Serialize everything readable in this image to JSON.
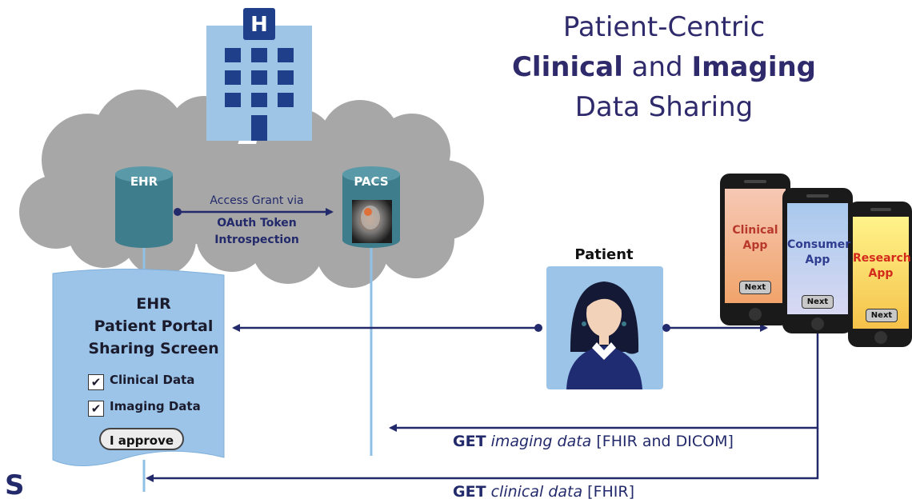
{
  "title": {
    "line1": "Patient-Centric",
    "line2_bold1": "Clinical",
    "line2_mid": " and ",
    "line2_bold2": "Imaging",
    "line3": "Data Sharing"
  },
  "ehr_db": {
    "label": "EHR"
  },
  "pacs_db": {
    "label": "PACS"
  },
  "access_grant": {
    "line1": "Access Grant via",
    "line2": "OAuth Token",
    "line3": "Introspection"
  },
  "hospital": {
    "sign": "H"
  },
  "portal": {
    "title_lines": [
      "EHR",
      "Patient Portal",
      "Sharing Screen"
    ],
    "check_mark": "✔",
    "checkboxes": [
      "Clinical Data",
      "Imaging Data"
    ],
    "approve_label": "I approve"
  },
  "patient": {
    "label": "Patient"
  },
  "apps": [
    {
      "line1": "Clinical",
      "line2": "App",
      "button": "Next",
      "color": "#b8392c"
    },
    {
      "line1": "Consumer",
      "line2": "App",
      "button": "Next",
      "color": "#2e3d8f"
    },
    {
      "line1": "Research",
      "line2": "App",
      "button": "Next",
      "color": "#d42a1c"
    }
  ],
  "flows": {
    "imaging": {
      "verb": "GET",
      "object": "imaging data",
      "formats": "[FHIR and DICOM]"
    },
    "clinical": {
      "verb": "GET",
      "object": "clinical data",
      "formats": "[FHIR]"
    }
  },
  "logo": {
    "glyph": "S"
  },
  "colors": {
    "navy": "#232a6b",
    "cloud": "#a7a7a7",
    "db_teal": "#3e7e8c",
    "light_blue": "#9cc3e8",
    "hospital_blue": "#9ec4e6",
    "window_navy": "#1f3f8a"
  }
}
